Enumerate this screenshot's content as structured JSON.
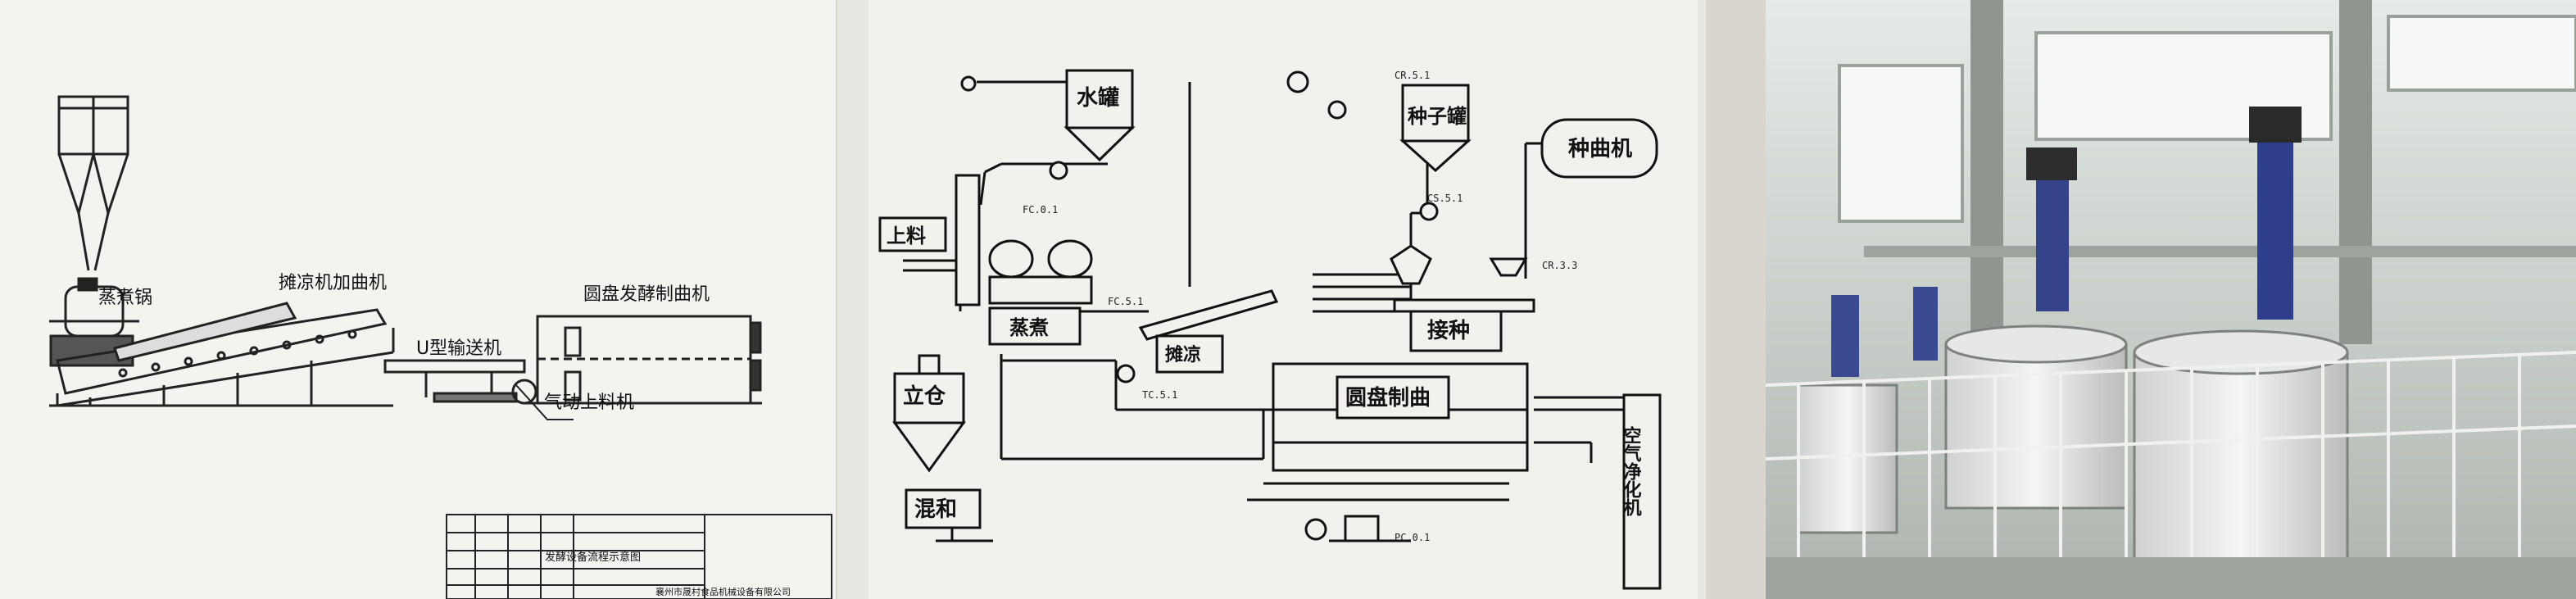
{
  "panel_left": {
    "labels": {
      "steamer": "蒸煮锅",
      "cooler": "摊凉机加曲机",
      "u_conveyor": "U型输送机",
      "disc_fermenter": "圆盘发酵制曲机",
      "pneumatic_loader": "气动上料机"
    },
    "title_block": {
      "title": "发酵设备流程示意图",
      "company": "襄州市晟村食品机械设备有限公司"
    }
  },
  "panel_middle": {
    "boxes": {
      "water_tank": "水罐",
      "seed_tank": "种子罐",
      "inoculum_machine": "种曲机",
      "feeding": "上料",
      "steaming": "蒸煮",
      "cooling": "摊凉",
      "inoculation": "接种",
      "disc_koji": "圆盘制曲",
      "silo": "立仓",
      "mixing": "混和",
      "air_purifier": "空气净化机"
    },
    "codes": [
      "CR.5.1",
      "CR.3.3",
      "FC.5.1",
      "FC.0.1",
      "TC.5.1",
      "CS.5.1",
      "PC.0.1"
    ]
  },
  "panel_right": {
    "photo_description": "fermentation tanks with stirring motors inside workshop"
  }
}
